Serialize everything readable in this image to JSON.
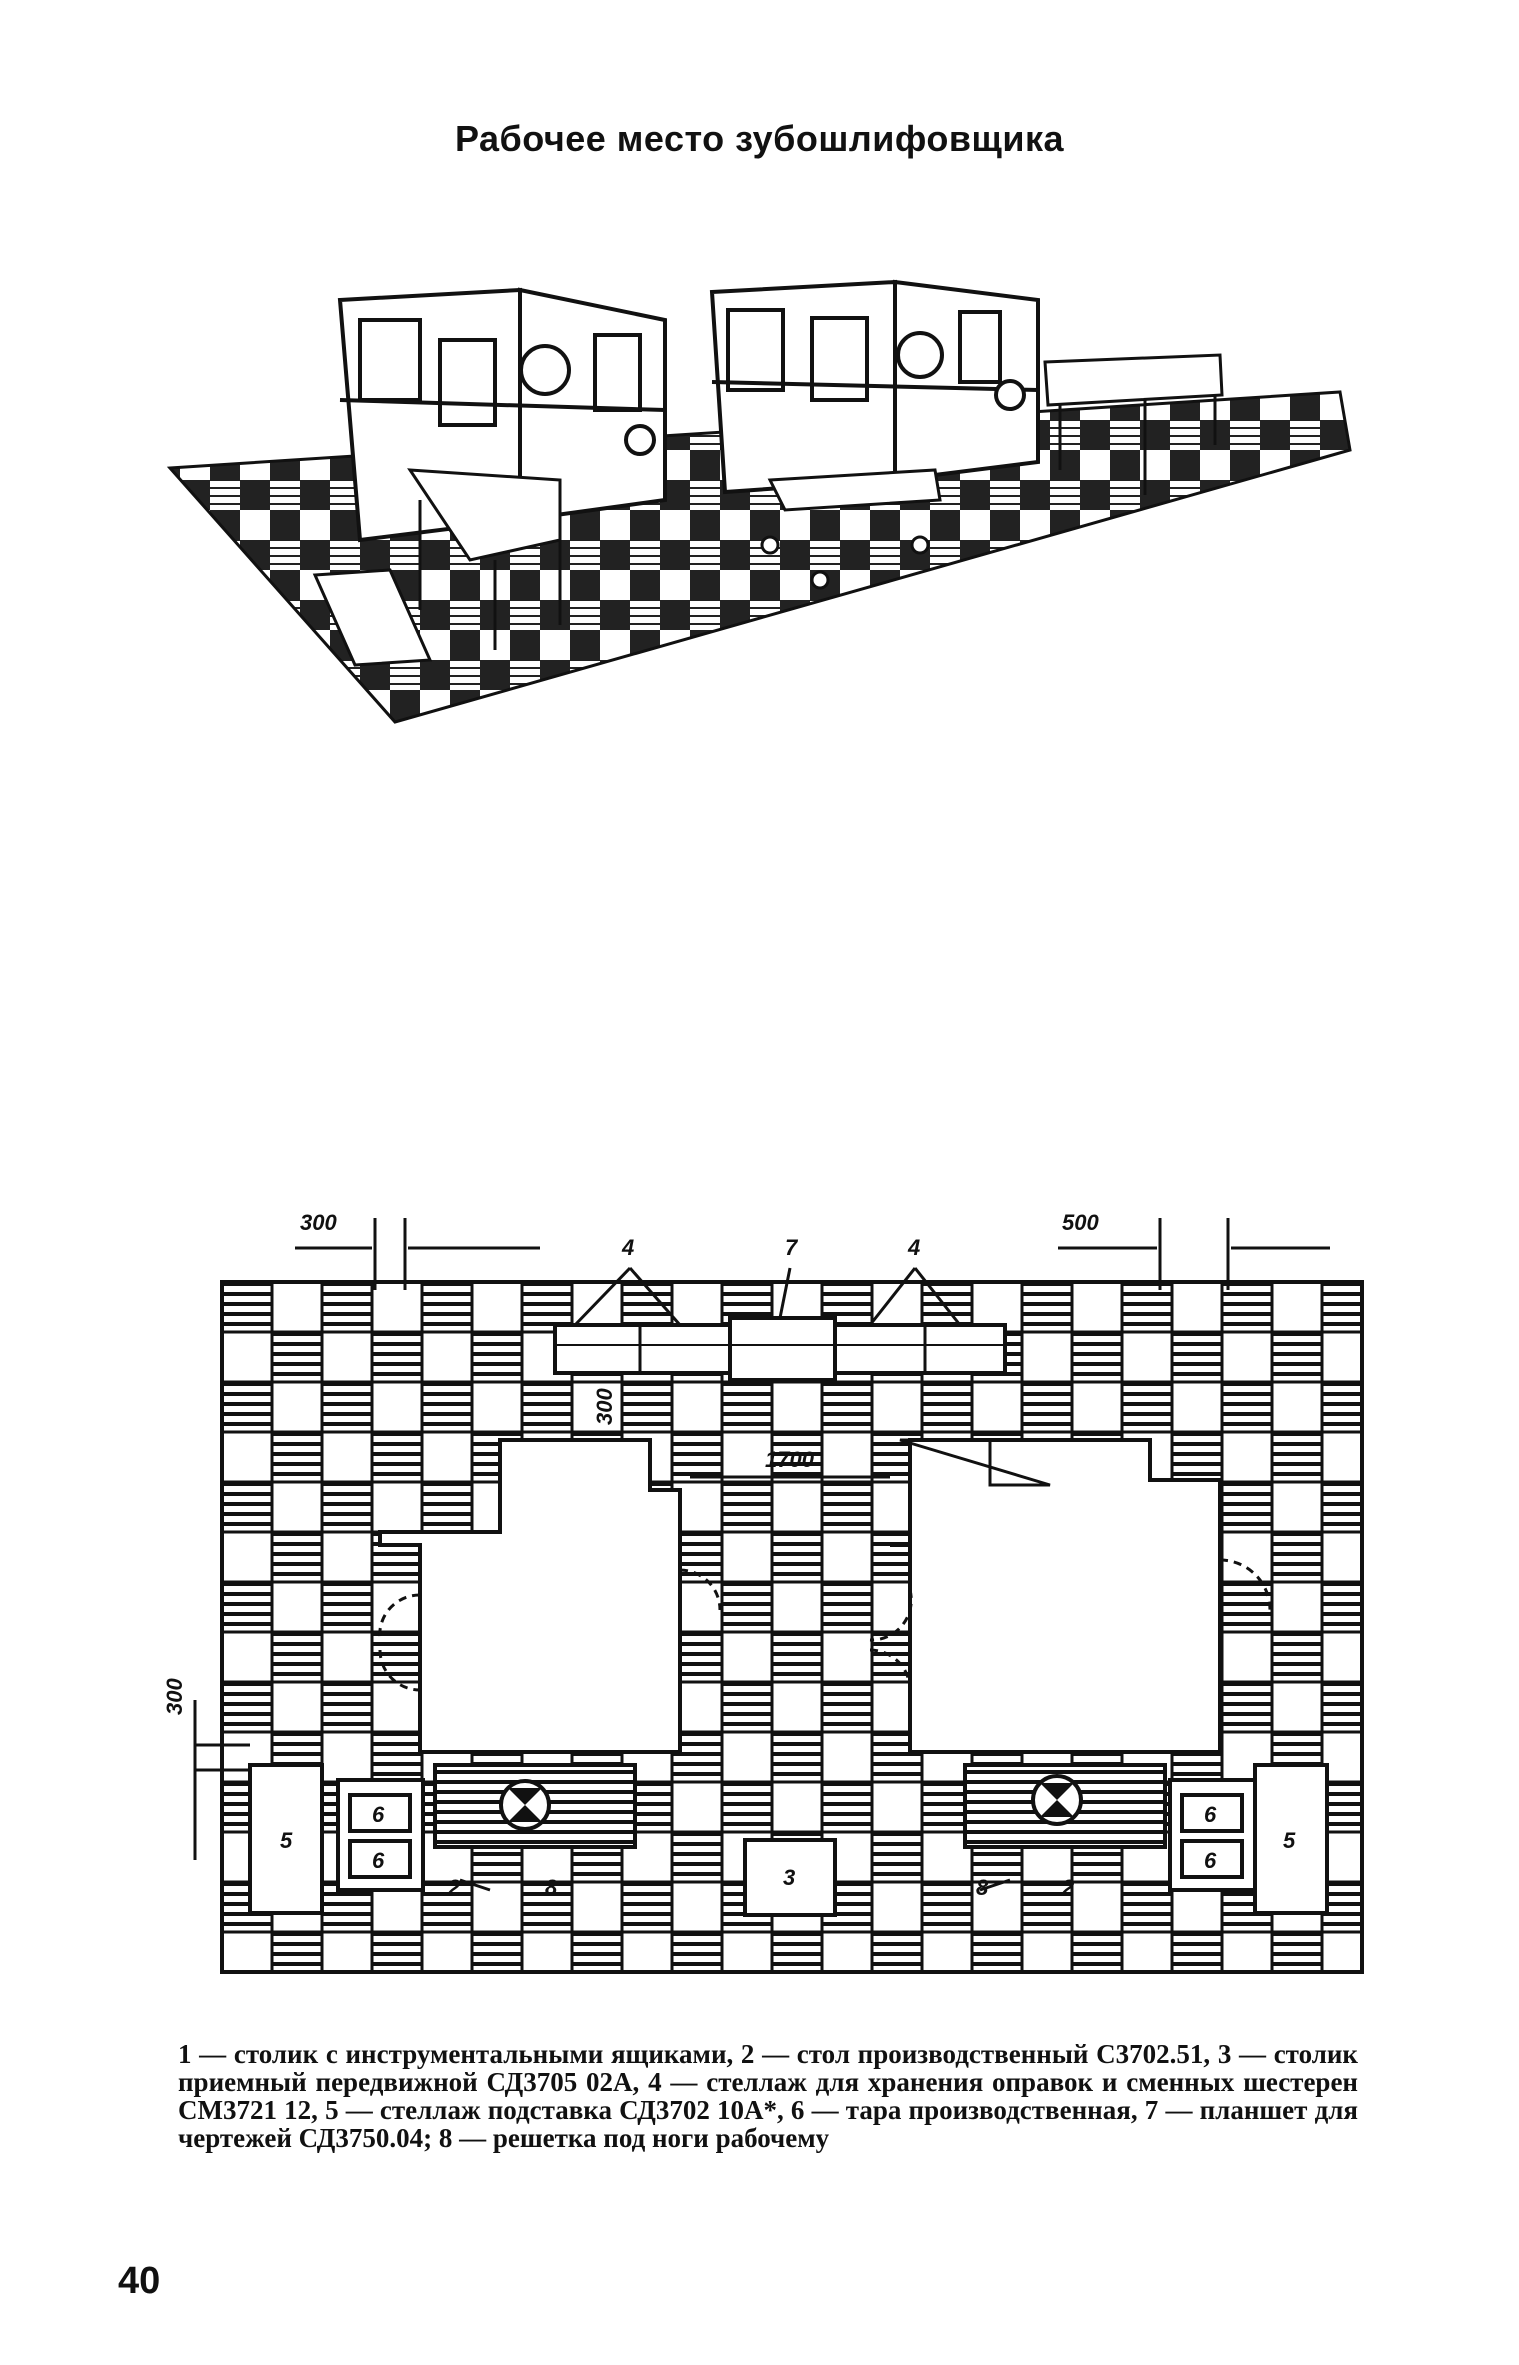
{
  "title": "Рабочее место зубошлифовщика",
  "plan_labels": {
    "dim_300_top": "300",
    "dim_500_top": "500",
    "dim_300_vertical": "300",
    "dim_1700": "1700",
    "dim_300_left": "300",
    "item_4": "4",
    "item_7": "7",
    "item_5": "5",
    "item_6": "6",
    "item_2": "2",
    "item_8": "8",
    "item_3": "3"
  },
  "caption": {
    "body": "1 — столик с инструментальными ящиками, 2 — стол производственный С3702.51, 3 — столик приемный передвижной СД3705 02А, 4 — стеллаж для хранения оправок и сменных шестерен СМ3721 12, 5 — стеллаж подставка СД3702 10А*, 6 — тара производственная, 7 — планшет для чертежей СД3750.04; 8 — решетка под ноги рабочему"
  },
  "page_number": "40"
}
